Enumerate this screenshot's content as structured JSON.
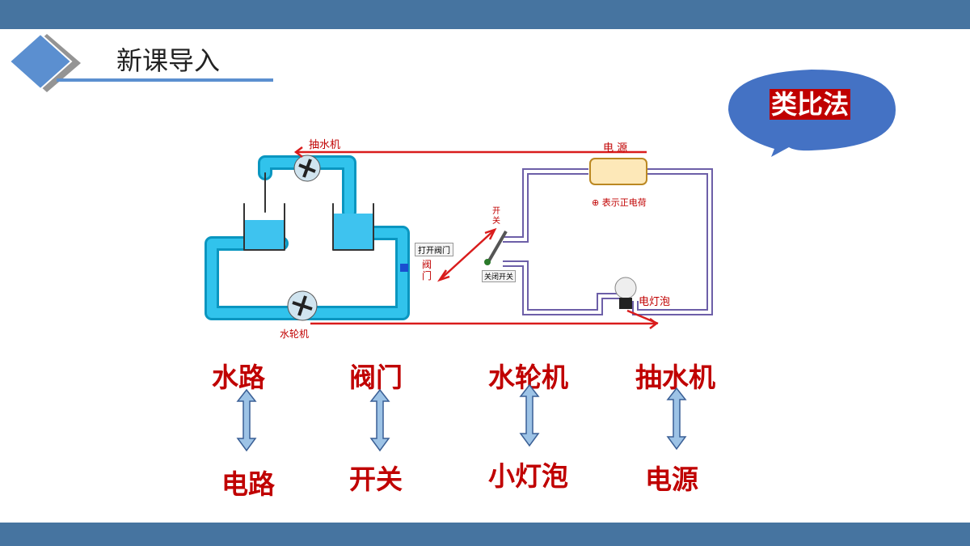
{
  "header": {
    "title": "新课导入"
  },
  "bubble": {
    "label": "类比法"
  },
  "diagram": {
    "pump_label": "抽水机",
    "source_label": "电 源",
    "positive_charge_label": "⊕ 表示正电荷",
    "switch_label": "开\n关",
    "open_valve_label": "打开阀门",
    "valve_label": "阀\n门",
    "close_switch_label": "关闭开关",
    "bulb_label": "电灯泡",
    "turbine_label": "水轮机"
  },
  "analogy": [
    {
      "water": "水路",
      "electric": "电路"
    },
    {
      "water": "阀门",
      "electric": "开关"
    },
    {
      "water": "水轮机",
      "electric": "小灯泡"
    },
    {
      "water": "抽水机",
      "electric": "电源"
    }
  ]
}
